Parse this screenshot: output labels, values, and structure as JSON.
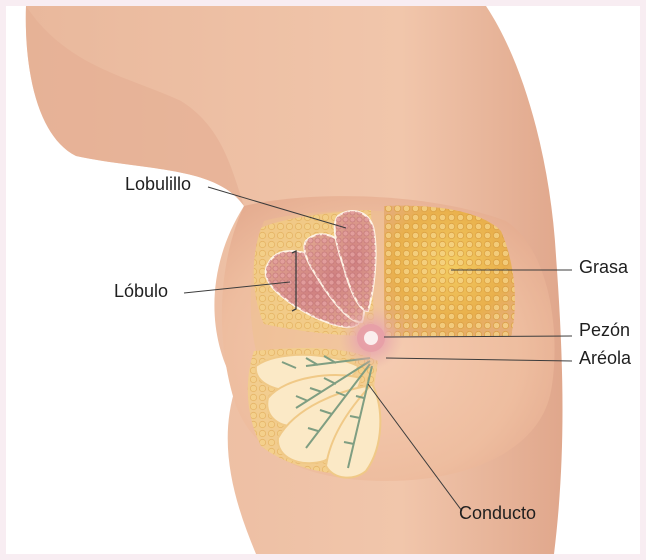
{
  "labels": {
    "lobulillo": "Lobulillo",
    "lobulo": "Lóbulo",
    "grasa": "Grasa",
    "pezon": "Pezón",
    "areola": "Aréola",
    "conducto": "Conducto"
  },
  "colors": {
    "background": "#f8edf2",
    "skin": "#efc0a4",
    "lobule": "#d98b86",
    "fat": "#f0c45c",
    "duct": "#8aa88a"
  }
}
